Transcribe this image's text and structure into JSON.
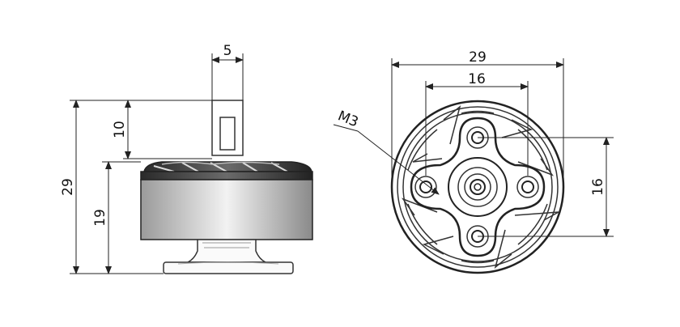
{
  "side_view": {
    "shaft_width": "5",
    "shaft_height": "10",
    "total_height": "29",
    "body_height": "19"
  },
  "front_view": {
    "outer_diameter": "29",
    "mount_spacing_horizontal": "16",
    "mount_spacing_vertical": "16",
    "screw_thread": "M3"
  }
}
